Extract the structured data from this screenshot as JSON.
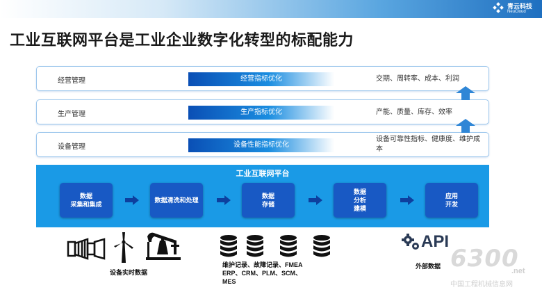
{
  "brand": {
    "name": "青云科技",
    "sub": "NeuCloud"
  },
  "title": "工业互联网平台是工业企业数字化转型的标配能力",
  "rows": [
    {
      "label": "经营管理",
      "bar": "经营指标优化",
      "result": "交期、周转率、成本、利润"
    },
    {
      "label": "生产管理",
      "bar": "生产指标优化",
      "result": "产能、质量、库存、效率"
    },
    {
      "label": "设备管理",
      "bar": "设备性能指标优化",
      "result": "设备可靠性指标、健康度、维护成本"
    }
  ],
  "platform": {
    "title": "工业互联网平台",
    "steps": [
      "数据\n采集和集成",
      "数据清洗和处理",
      "数据\n存储",
      "数据\n分析\n建模",
      "应用\n开发"
    ]
  },
  "sources": {
    "equipment_label": "设备实时数据",
    "db_caption": "维护记录、故障记录、FMEA\nERP、CRM、PLM、SCM、\nMES",
    "api_text": "API",
    "external_label": "外部数据"
  },
  "watermark": {
    "number": "6300",
    "suffix": ".net",
    "text": "中国工程机械信息网"
  },
  "colors": {
    "accent": "#1a9ae6",
    "step": "#1859c4",
    "bar_start": "#0a4fb5"
  },
  "icons": [
    "turbine-icon",
    "wind-turbine-icon",
    "oil-pump-icon",
    "database-icon",
    "api-gear-icon",
    "up-arrow-icon",
    "right-arrow-icon"
  ]
}
